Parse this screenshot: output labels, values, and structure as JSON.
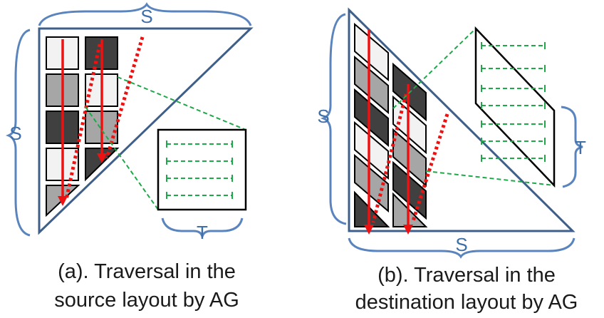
{
  "panel_a": {
    "top_label": "S",
    "left_label": "S",
    "detail_label": "T",
    "caption_line1": "(a). Traversal in the",
    "caption_line2": "source layout by AG"
  },
  "panel_b": {
    "left_label": "S",
    "bottom_label": "S",
    "detail_label": "T",
    "caption_line1": "(b). Traversal in the",
    "caption_line2": "destination layout by AG"
  },
  "colors": {
    "outline": "#3e5f8a",
    "brace": "#5a84bd",
    "label": "#3e6fa8",
    "arrow": "#ee1111",
    "dashed": "#1ea84a",
    "cell_light": "#f2f2f2",
    "cell_mid": "#a6a6a6",
    "cell_dark": "#404040"
  }
}
